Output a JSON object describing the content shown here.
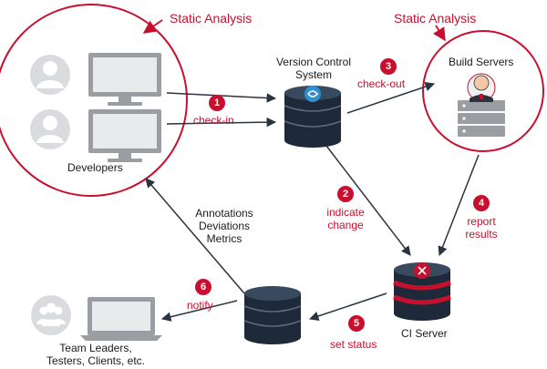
{
  "annotations": {
    "static_analysis_left": "Static Analysis",
    "static_analysis_right": "Static Analysis"
  },
  "nodes": {
    "developers": "Developers",
    "vcs_line1": "Version Control",
    "vcs_line2": "System",
    "build_servers": "Build Servers",
    "ci_server": "CI Server",
    "team_line1": "Team Leaders,",
    "team_line2": "Testers, Clients, etc."
  },
  "steps": [
    {
      "number": "1",
      "label_line1": "check-in",
      "label_line2": ""
    },
    {
      "number": "2",
      "label_line1": "indicate",
      "label_line2": "change"
    },
    {
      "number": "3",
      "label_line1": "check-out",
      "label_line2": ""
    },
    {
      "number": "4",
      "label_line1": "report",
      "label_line2": "results"
    },
    {
      "number": "5",
      "label_line1": "set status",
      "label_line2": ""
    },
    {
      "number": "6",
      "label_line1": "notify",
      "label_line2": ""
    }
  ],
  "feedback": {
    "line1": "Annotations",
    "line2": "Deviations",
    "line3": "Metrics"
  },
  "colors": {
    "accent": "#c8102e",
    "icon_gray": "#9a9ea3",
    "db_dark": "#1e2a3a",
    "db_accent": "#2f8fd0"
  }
}
